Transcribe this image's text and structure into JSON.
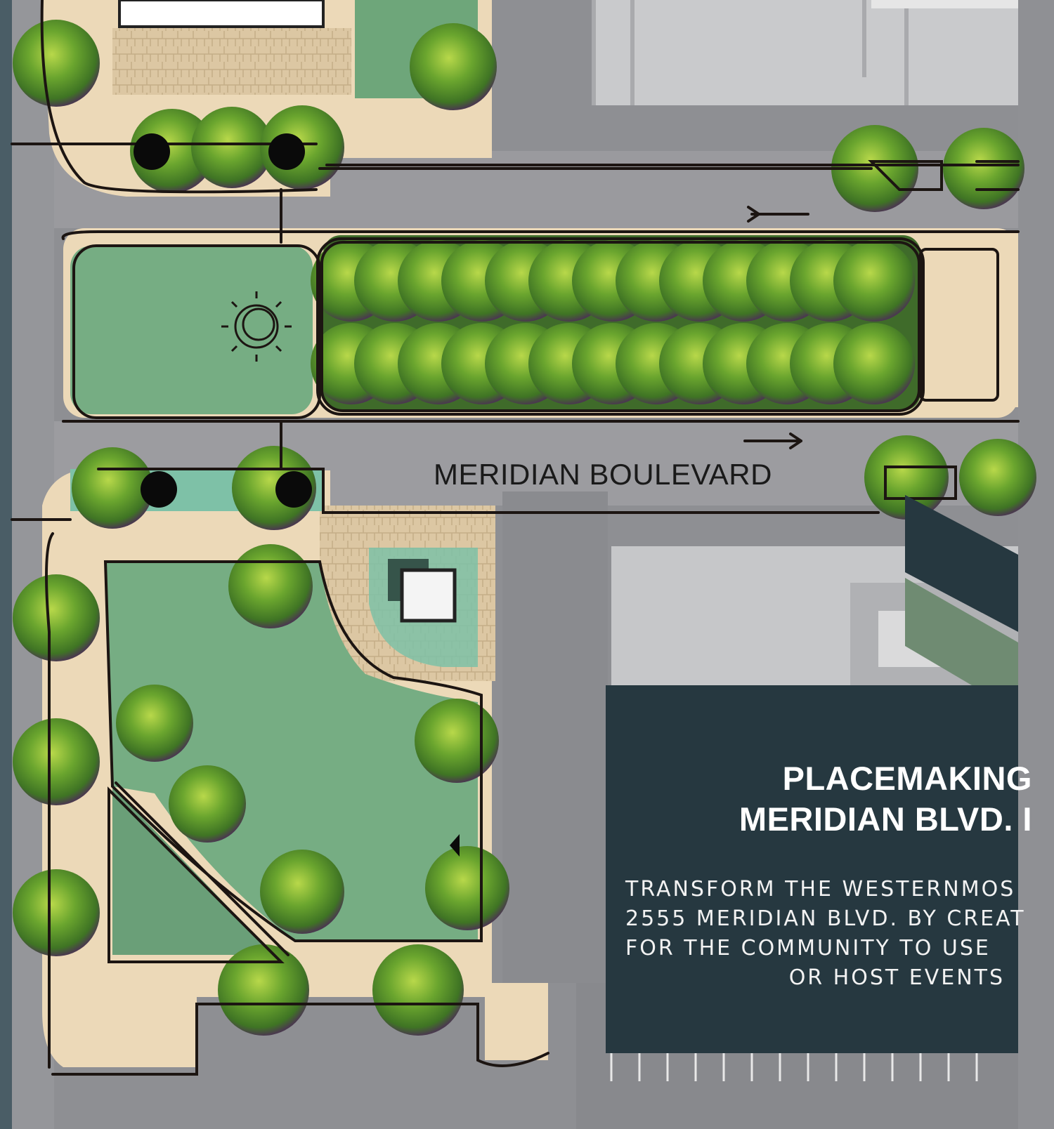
{
  "street_label": "MERIDIAN BOULEVARD",
  "panel": {
    "title_line1": "PLACEMAKING",
    "title_line2": "MERIDIAN BLVD. I",
    "body_lines": [
      "TRANSFORM THE WESTERNMOS",
      "2555 MERIDIAN BLVD. BY CREAT",
      "FOR THE COMMUNITY TO USE",
      "OR HOST EVENTS"
    ]
  },
  "colors": {
    "panel_bg": "#263840",
    "chevron_dark": "#263840",
    "chevron_sage": "#6f8b72",
    "left_strip": "#4a5d66",
    "plaza_sand": "#ecd9b8",
    "lawn_green": "#6ea67a",
    "tree_green": "#5e9a2f"
  }
}
